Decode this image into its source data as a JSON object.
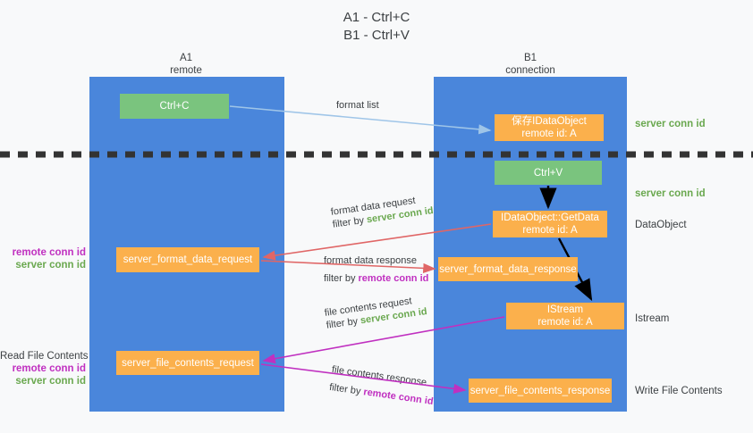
{
  "title": {
    "line1": "A1 - Ctrl+C",
    "line2": "B1 - Ctrl+V"
  },
  "columns": [
    {
      "name": "A1",
      "sub": "remote"
    },
    {
      "name": "B1",
      "sub": "connection"
    }
  ],
  "nodes": {
    "ctrl_c": {
      "label": "Ctrl+C",
      "color": "#7ac47e"
    },
    "save_idataobject": {
      "line1": "保存IDataObject",
      "line2": "remote id: A",
      "color": "#fbb04c"
    },
    "ctrl_v": {
      "label": "Ctrl+V",
      "color": "#7ac47e"
    },
    "getdata": {
      "line1": "IDataObject::GetData",
      "line2": "remote id: A",
      "color": "#fbb04c"
    },
    "format_request": {
      "label": "server_format_data_request",
      "color": "#fbb04c"
    },
    "format_response": {
      "label": "server_format_data_response",
      "color": "#fbb04c"
    },
    "istream": {
      "line1": "IStream",
      "line2": "remote id: A",
      "color": "#fbb04c"
    },
    "file_request": {
      "label": "server_file_contents_request",
      "color": "#fbb04c"
    },
    "file_response": {
      "label": "server_file_contents_response",
      "color": "#fbb04c"
    }
  },
  "side_notes": {
    "server_conn_id_1": "server conn id",
    "server_conn_id_2": "server conn id",
    "dataobject": "DataObject",
    "istream": "Istream",
    "write_file_contents": "Write File Contents"
  },
  "left_notes": {
    "format": {
      "remote": "remote conn id",
      "server": "server conn id"
    },
    "file": {
      "title": "Read File Contents",
      "remote": "remote conn id",
      "server": "server conn id"
    }
  },
  "edge_labels": {
    "format_list": "format list",
    "format_data_request": {
      "line1": "format data request",
      "filter_prefix": "filter by ",
      "filter_value": "server conn id"
    },
    "format_data_response": {
      "line1": "format data response",
      "filter_prefix": "filter by ",
      "filter_value": "remote conn id"
    },
    "file_contents_request": {
      "line1": "file contents request",
      "filter_prefix": "filter by ",
      "filter_value": "server conn id"
    },
    "file_contents_response": {
      "line1": "file contents response",
      "filter_prefix": "filter by ",
      "filter_value": "remote conn id"
    }
  },
  "colors": {
    "panel_blue": "#4a86db",
    "node_green": "#7ac47e",
    "node_orange": "#fbb04c",
    "accent_green_text": "#6aa84f",
    "accent_magenta_text": "#c030c0",
    "edge_light_blue": "#9fc5e8",
    "edge_red": "#e06666",
    "edge_magenta": "#c030c0",
    "edge_black": "#000000",
    "background": "#f8f9fa"
  }
}
